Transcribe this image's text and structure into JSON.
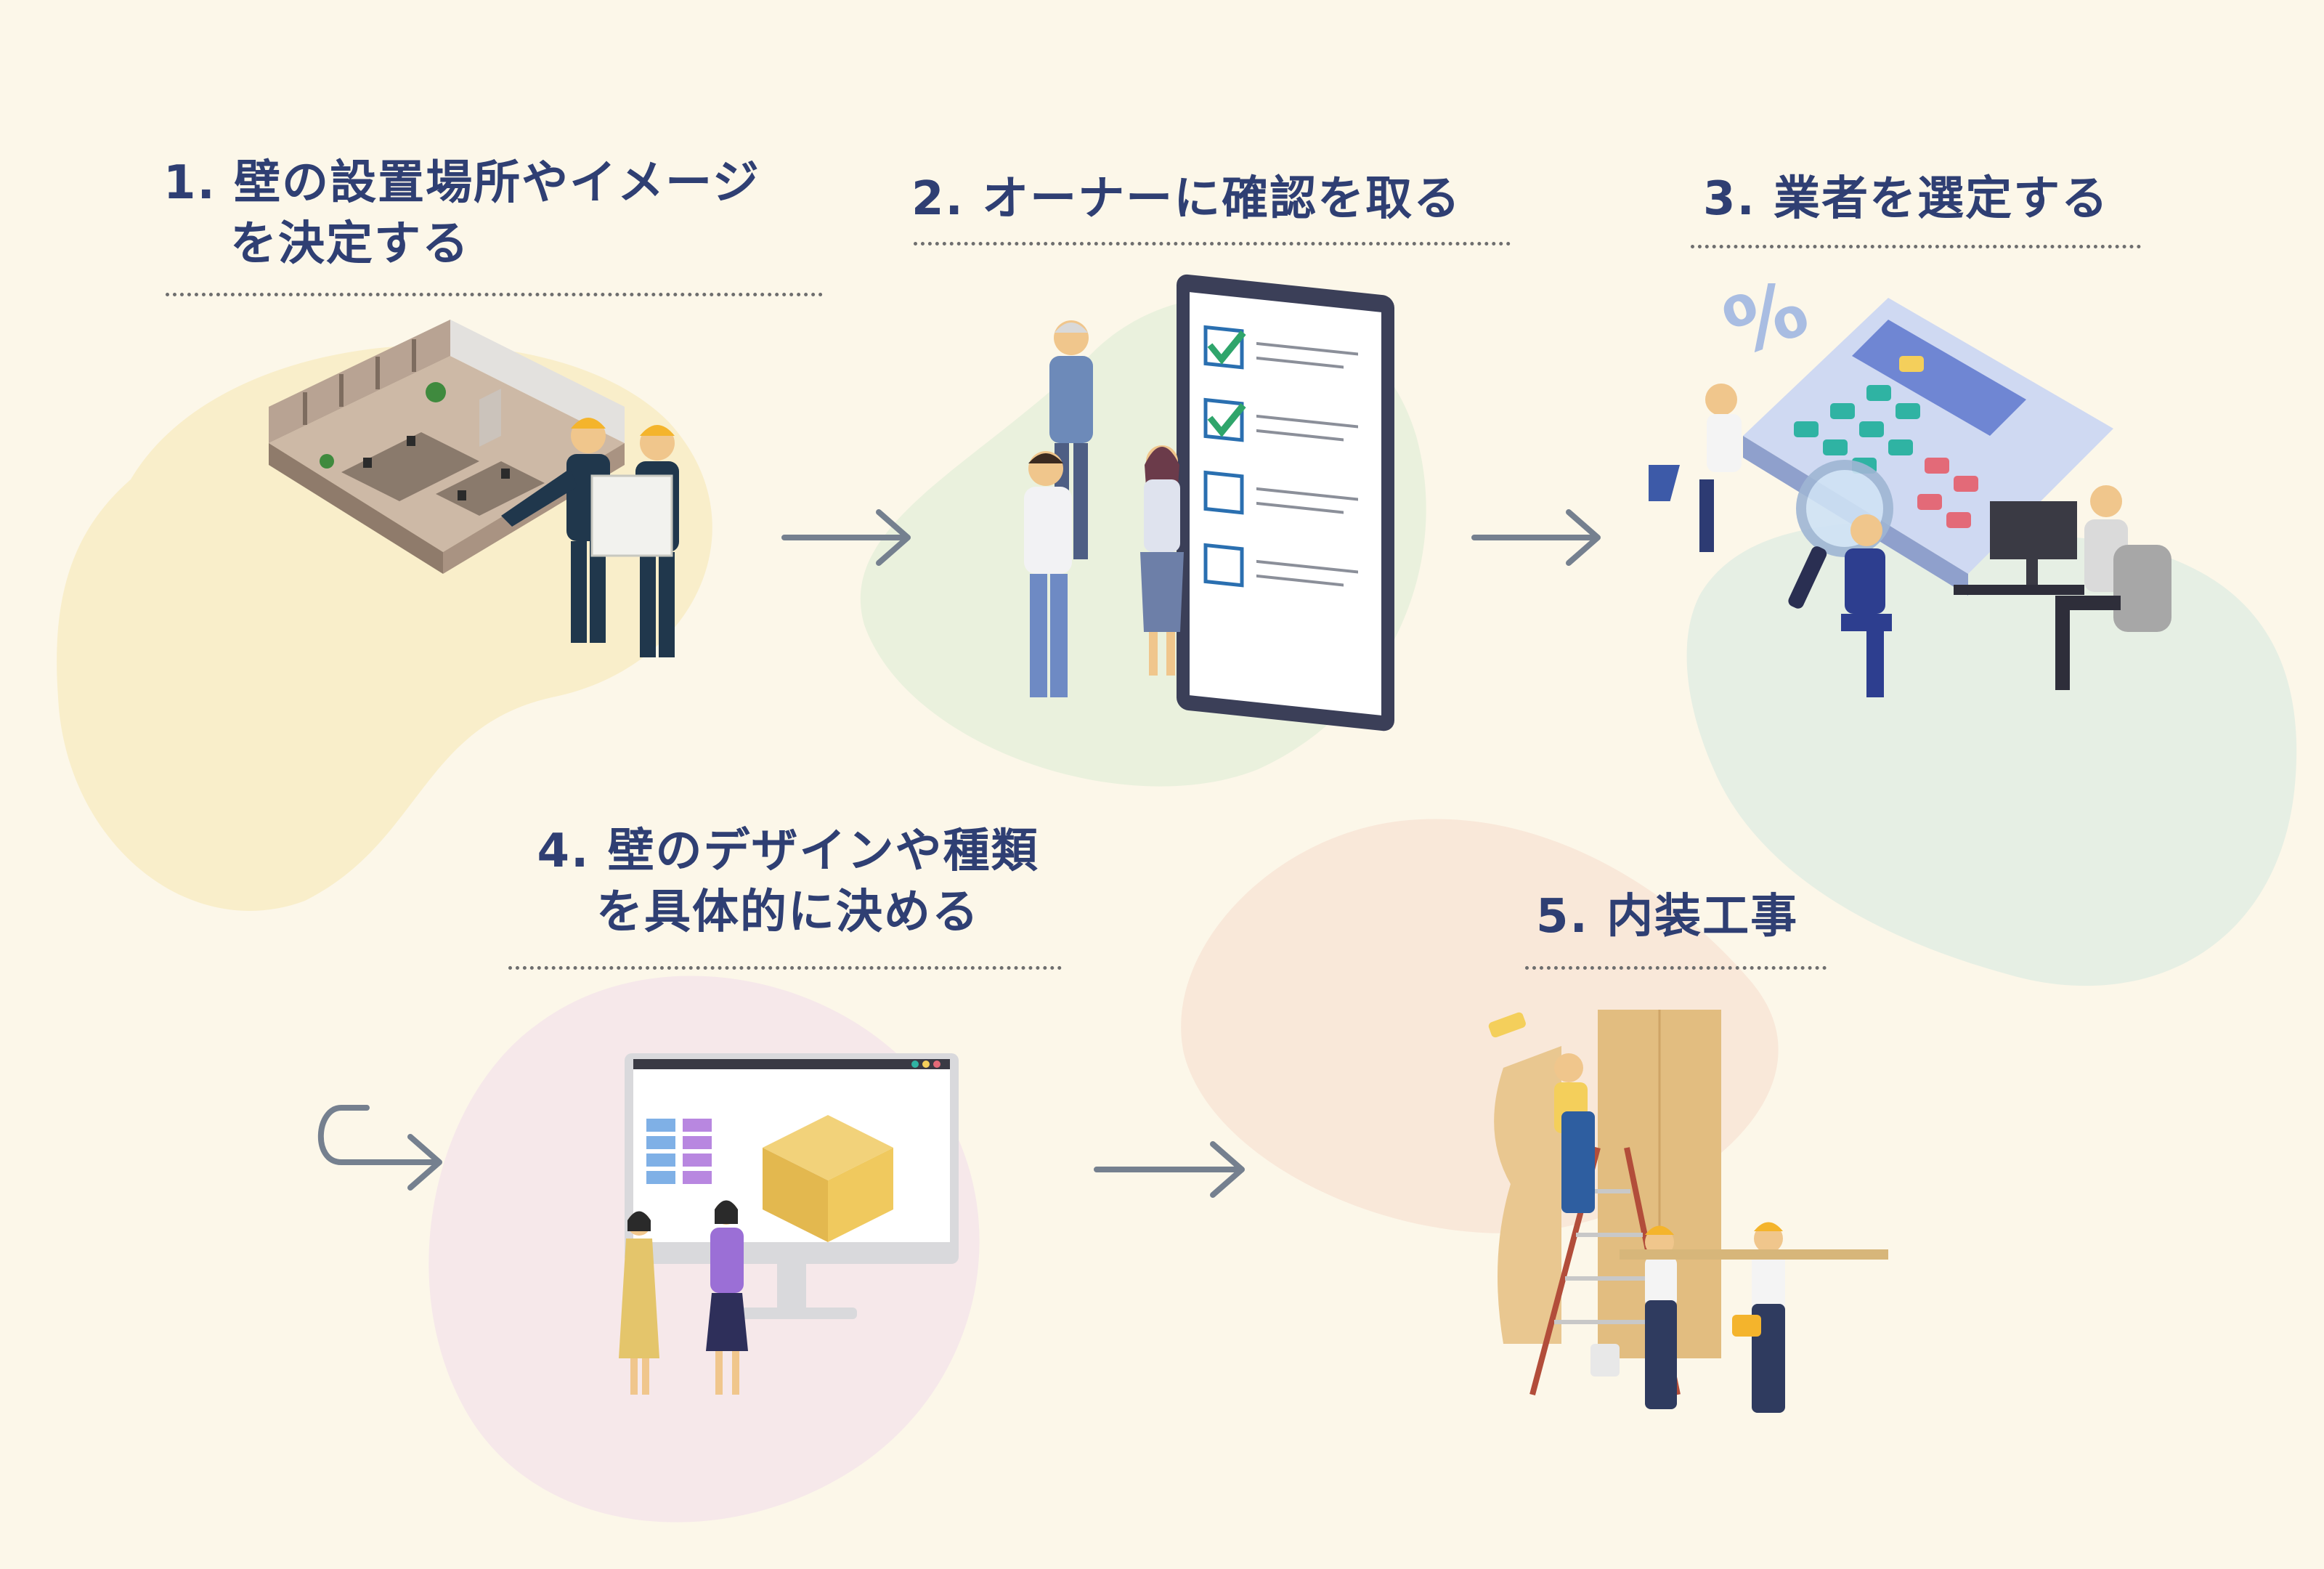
{
  "steps": [
    {
      "number": "1.",
      "line1": "壁の設置場所やイメージ",
      "line2": "を決定する"
    },
    {
      "number": "2.",
      "line1": "オーナーに確認を取る"
    },
    {
      "number": "3.",
      "line1": "業者を選定する"
    },
    {
      "number": "4.",
      "line1": "壁のデザインや種類",
      "line2": "を具体的に決める"
    },
    {
      "number": "5.",
      "line1": "内装工事"
    }
  ],
  "icons": {
    "percent_symbol": "%"
  },
  "colors": {
    "background": "#fcf7e9",
    "title": "#2f3f73",
    "arrow": "#75808f",
    "blob_yellow": "#f8ecc4",
    "blob_green": "#e9f0dc",
    "blob_mint": "#e5eee4",
    "blob_pink": "#f5e6ea",
    "blob_peach": "#f8e5d7"
  }
}
